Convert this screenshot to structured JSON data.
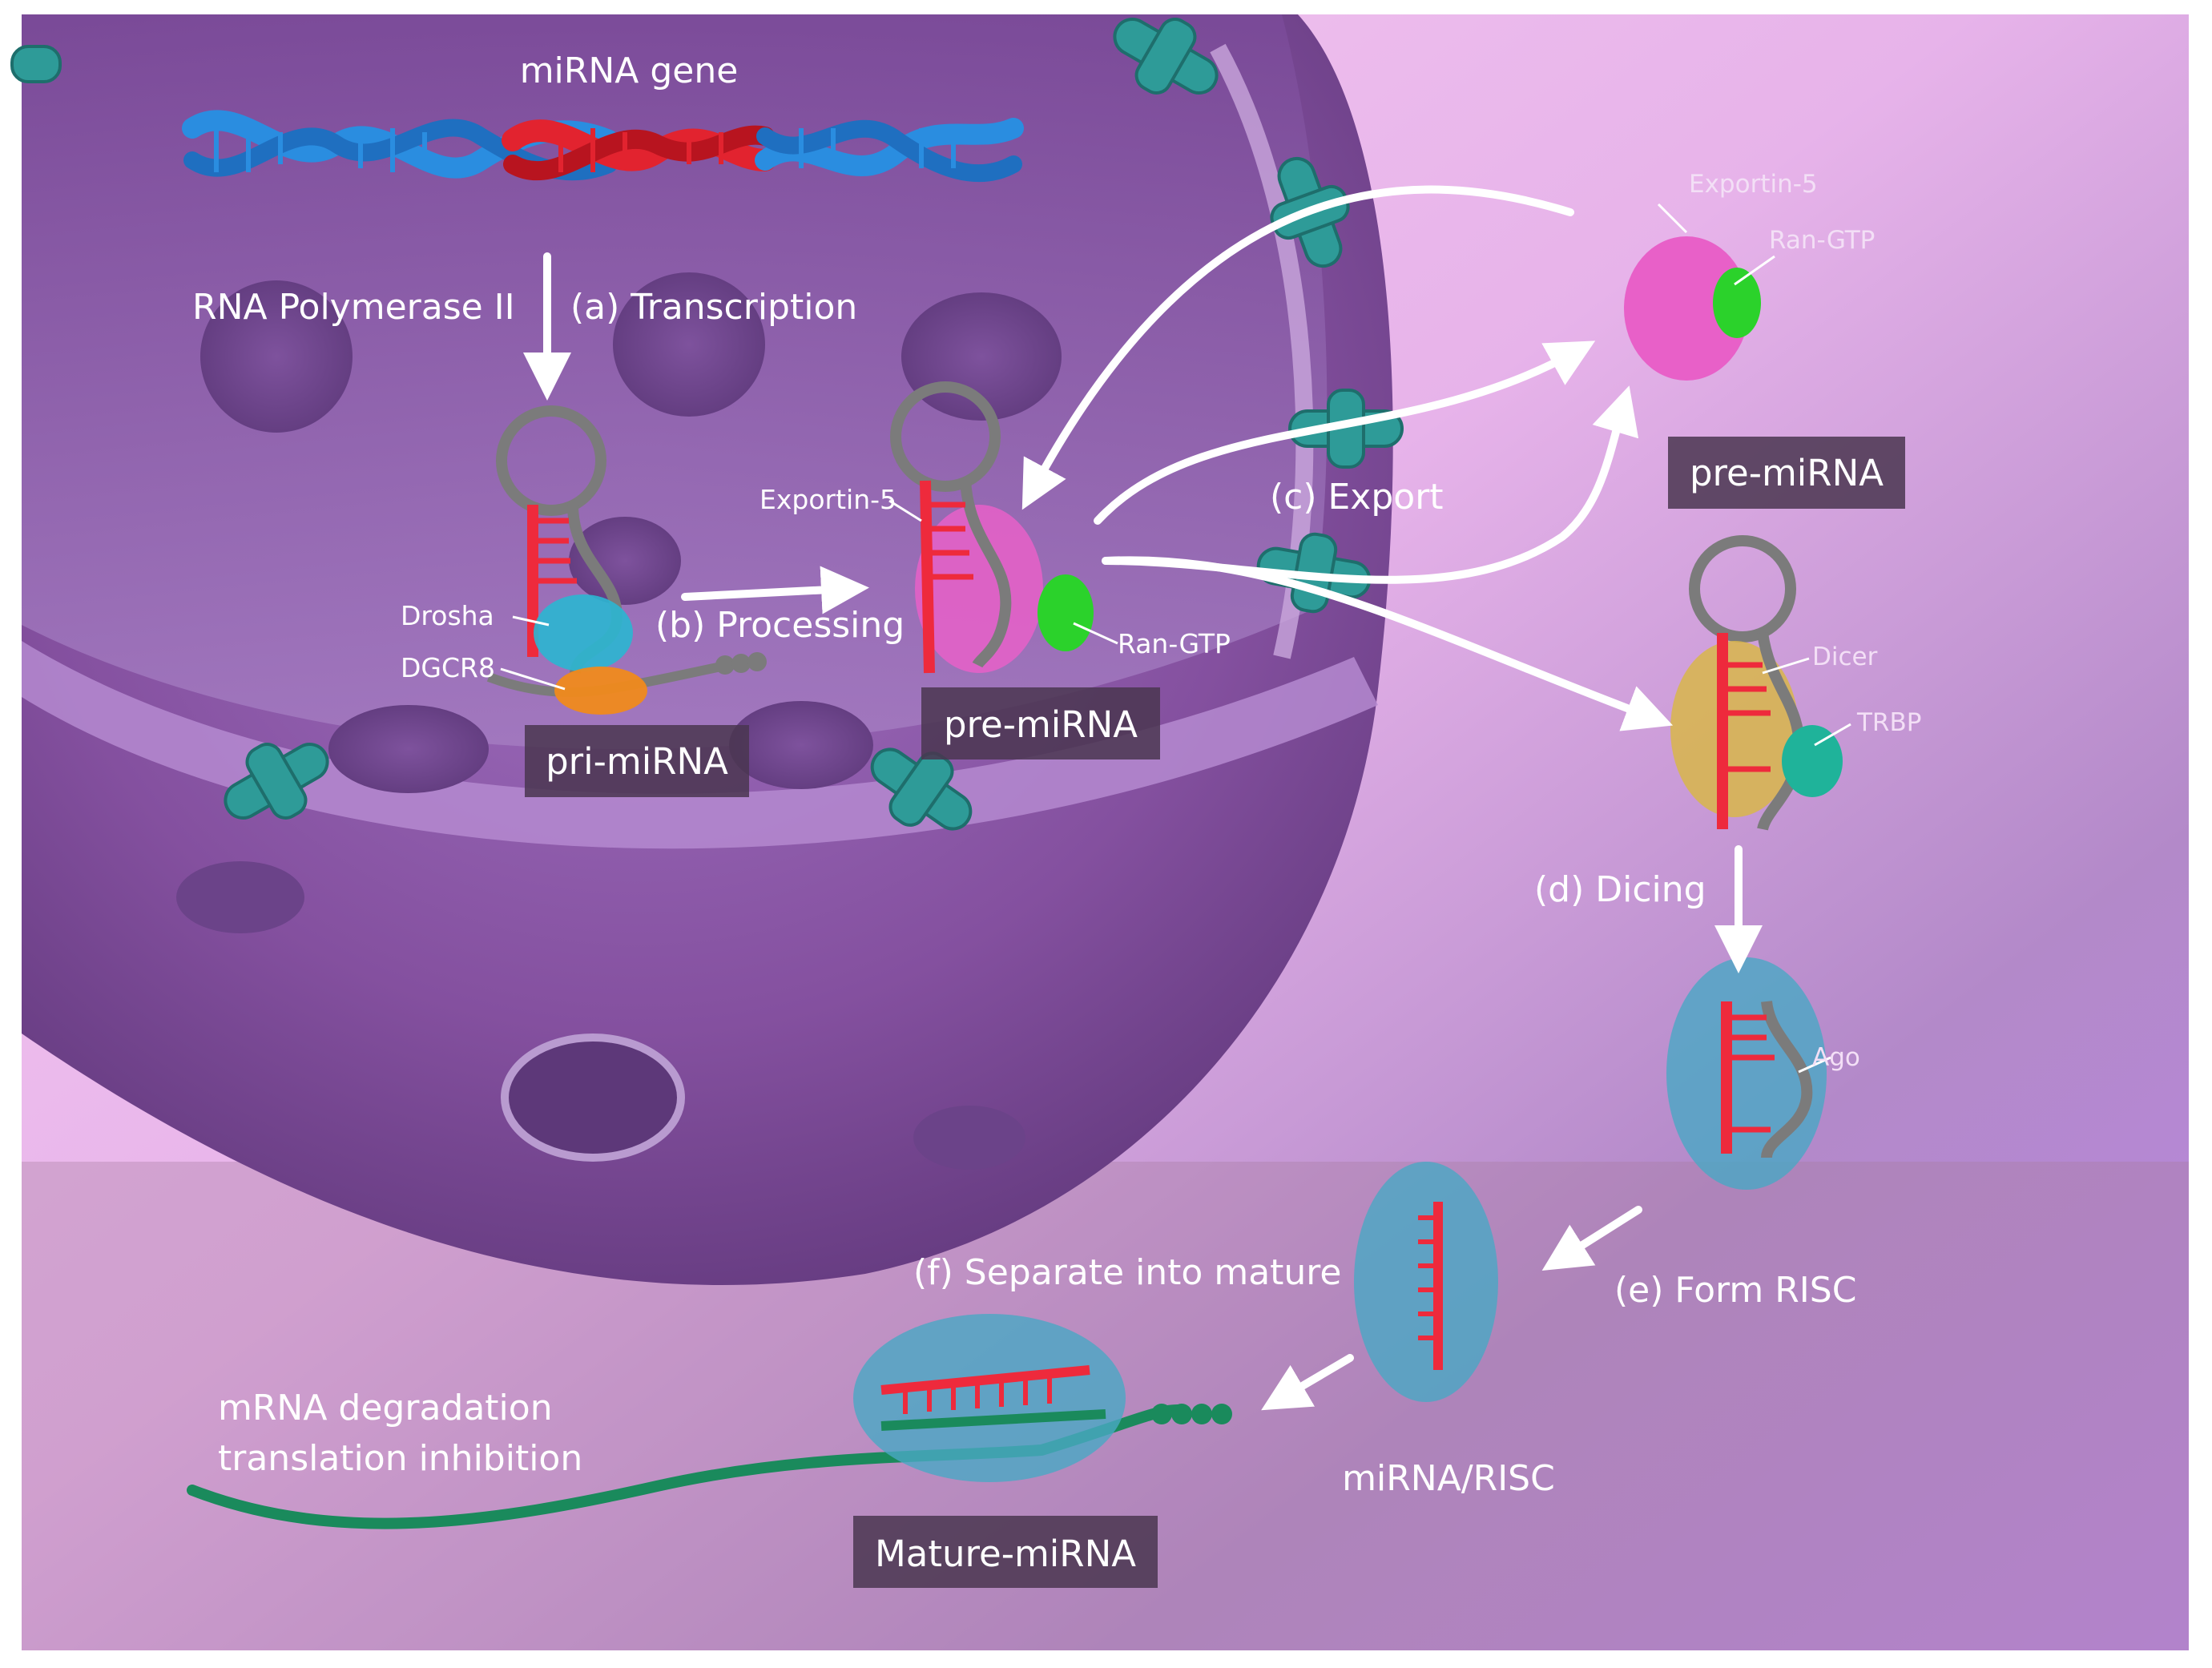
{
  "labels": {
    "mirna_gene": "miRNA gene",
    "rna_pol": "RNA Polymerase II",
    "transcription": "(a) Transcription",
    "drosha": "Drosha",
    "dgcr8": "DGCR8",
    "pri_mirna": "pri-miRNA",
    "processing": "(b) Processing",
    "exportin_nuc": "Exportin-5",
    "ran_gtp_nuc": "Ran-GTP",
    "pre_mirna_nuc": "pre-miRNA",
    "export": "(c) Export",
    "exportin_cyto": "Exportin-5",
    "ran_gtp_cyto": "Ran-GTP",
    "pre_mirna_cyto": "pre-miRNA",
    "dicer": "Dicer",
    "trbp": "TRBP",
    "dicing": "(d) Dicing",
    "ago": "Ago",
    "form_risc": "(e) Form RISC",
    "mirna_risc": "miRNA/RISC",
    "separate": "(f) Separate into mature",
    "mrna_degradation": "mRNA degradation",
    "translation_inhibition": "translation inhibition",
    "mature_mirna": "Mature-miRNA"
  },
  "colors": {
    "background_pink": "#f4b8ec",
    "background_purple": "#b48ad6",
    "nucleus": "#8a55a8",
    "nuclear_pore": "#2e9b98",
    "dna_blue": "#2a8de0",
    "dna_red": "#e2232f",
    "hairpin": "#7b7b7b",
    "mirna_red": "#ee2a3c",
    "drosha": "#2bb6d2",
    "dgcr8": "#f08a1c",
    "exportin": "#e860c8",
    "ran_gtp": "#2bd22b",
    "dicer": "#d8b64a",
    "trbp": "#1fb39a",
    "ago": "#4aa8c4",
    "mrna": "#1a8a5c",
    "label_box": "#4a3650"
  }
}
